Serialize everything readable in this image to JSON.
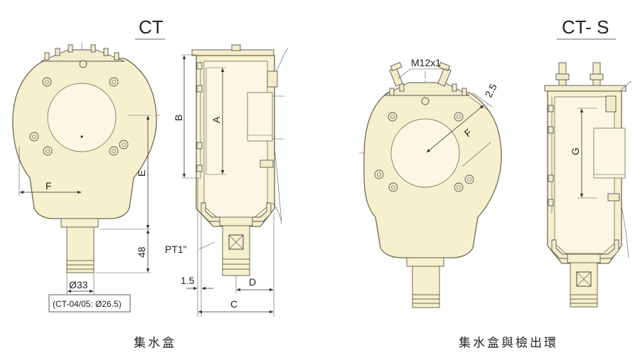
{
  "titles": {
    "left": "CT",
    "right": "CT- S"
  },
  "captions": {
    "left": "集水盒",
    "right": "集水盒與檢出環"
  },
  "dimensions": {
    "f_left": "F",
    "e": "E",
    "b": "B",
    "a": "A",
    "h48": "48",
    "pt": "PT1\"",
    "t15": "1.5",
    "d": "D",
    "c": "C",
    "dia": "Ø33",
    "note": "(CT-04/05: Ø26.5)",
    "m12": "M12x1",
    "t25": "2.5",
    "f_right": "F",
    "g": "G"
  }
}
